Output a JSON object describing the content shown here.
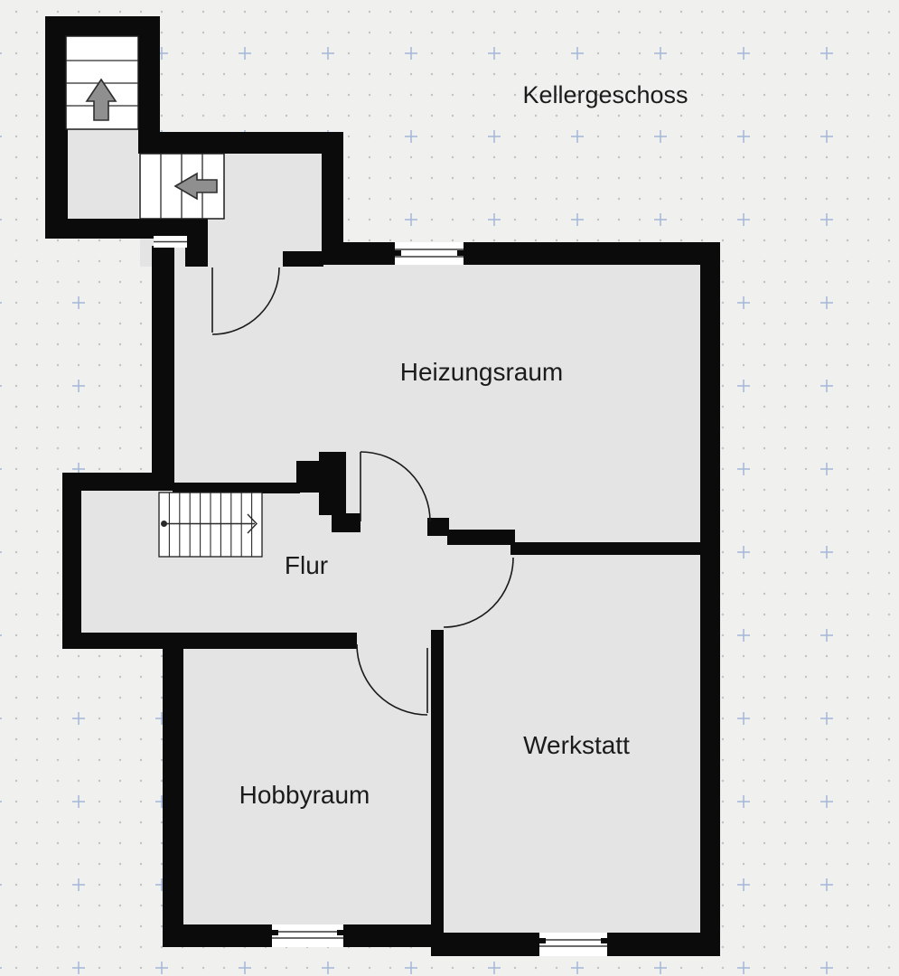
{
  "title": "Kellergeschoss",
  "floorplan": {
    "rooms": [
      {
        "id": "heizungsraum",
        "label": "Heizungsraum"
      },
      {
        "id": "flur",
        "label": "Flur"
      },
      {
        "id": "hobbyraum",
        "label": "Hobbyraum"
      },
      {
        "id": "werkstatt",
        "label": "Werkstatt"
      }
    ],
    "stairs": [
      {
        "id": "entry-stair-upper",
        "arrow": "up"
      },
      {
        "id": "entry-stair-lower",
        "arrow": "left"
      },
      {
        "id": "flur-stair",
        "arrow": "right"
      }
    ],
    "doors": 4,
    "windows": 3,
    "colors": {
      "wall": "#0b0b0b",
      "room_fill": "#e4e4e4",
      "background": "#f0f0ef",
      "grid_dot": "#c2c2c2",
      "grid_cross": "#a9b9d9",
      "arrow_fill": "#8f8f8f",
      "text": "#1b1b1b"
    }
  }
}
